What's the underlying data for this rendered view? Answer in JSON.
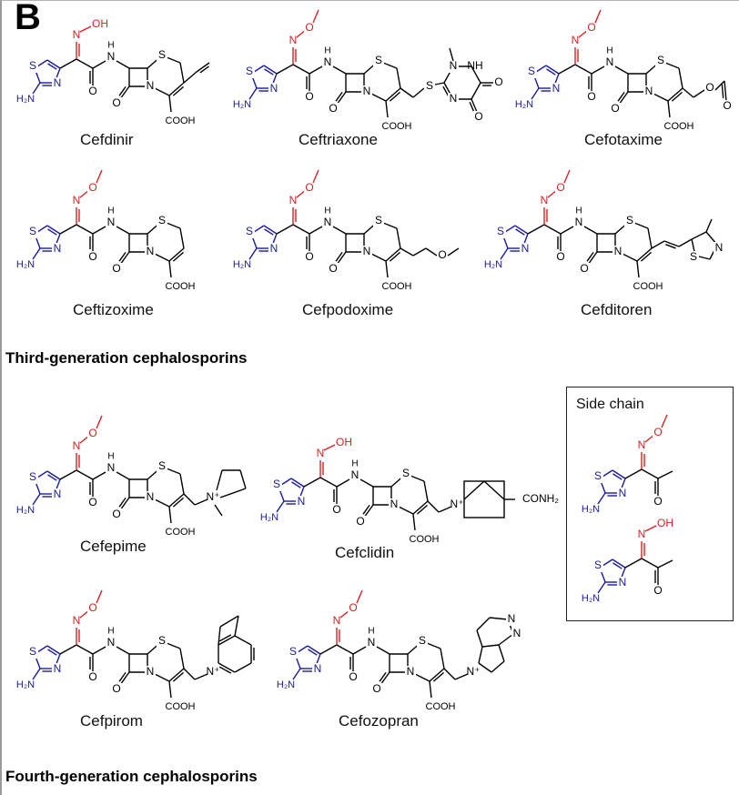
{
  "panel_letter": "B",
  "atoms": {
    "oh": "OH",
    "o": "O",
    "n": "N",
    "h": "H",
    "s": "S",
    "nh2": "H₂N",
    "cooh": "COOH",
    "nh": "NH",
    "conh2": "CONH₂",
    "nplus": "N⁺"
  },
  "third_generation": {
    "label": "Third-generation cephalosporins",
    "drugs": [
      "Cefdinir",
      "Ceftriaxone",
      "Cefotaxime",
      "Ceftizoxime",
      "Cefpodoxime",
      "Cefditoren"
    ]
  },
  "fourth_generation": {
    "label": "Fourth-generation cephalosporins",
    "drugs": [
      "Cefepime",
      "Cefclidin",
      "Cefpirom",
      "Cefozopran"
    ]
  },
  "side_chain_box": {
    "title": "Side chain"
  },
  "colors": {
    "thiazole": "#1a1aa0",
    "oxime": "#d92020",
    "core": "#000000"
  }
}
